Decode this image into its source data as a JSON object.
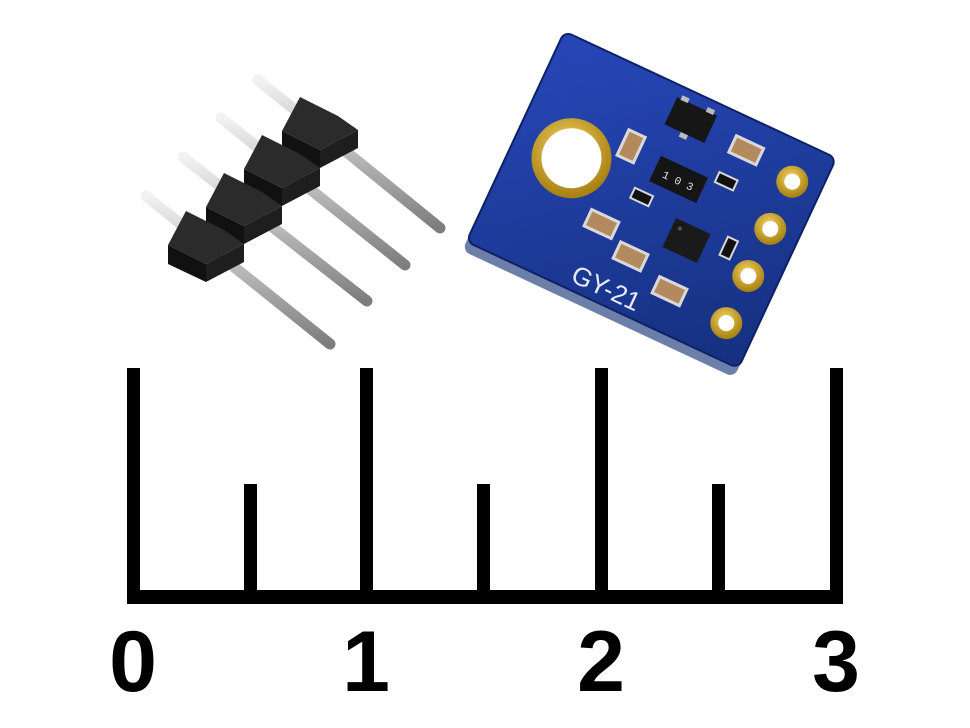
{
  "board": {
    "silkscreen": "GY-21",
    "chip_marking": "1 0 3"
  },
  "ruler": {
    "labels": [
      "0",
      "1",
      "2",
      "3"
    ]
  },
  "colors": {
    "pcb": "#1d3a9a",
    "pad_gold": "#c9a11f",
    "header_plastic": "#1a1a1a",
    "pin_metal": "#c8c8c8"
  }
}
